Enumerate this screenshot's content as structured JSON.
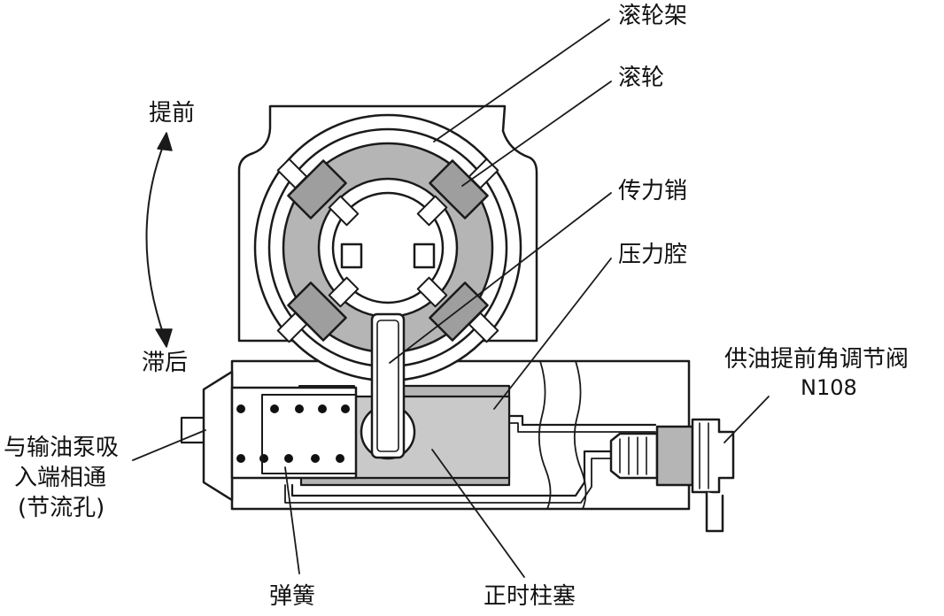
{
  "labels": {
    "roller_frame": "滚轮架",
    "roller": "滚轮",
    "transfer_pin": "传力销",
    "pressure_chamber": "压力腔",
    "valve_line1": "供油提前角调节阀",
    "valve_line2": "N108",
    "advance": "提前",
    "retard": "滞后",
    "inlet_line1": "与输油泵吸",
    "inlet_line2": "入端相通",
    "inlet_line3": "(节流孔)",
    "spring": "弹簧",
    "timing_plunger": "正时柱塞"
  },
  "colors": {
    "line": "#1a1a1a",
    "shade": "#b5b5b5",
    "shade_dark": "#9e9e9e",
    "background": "#ffffff"
  }
}
